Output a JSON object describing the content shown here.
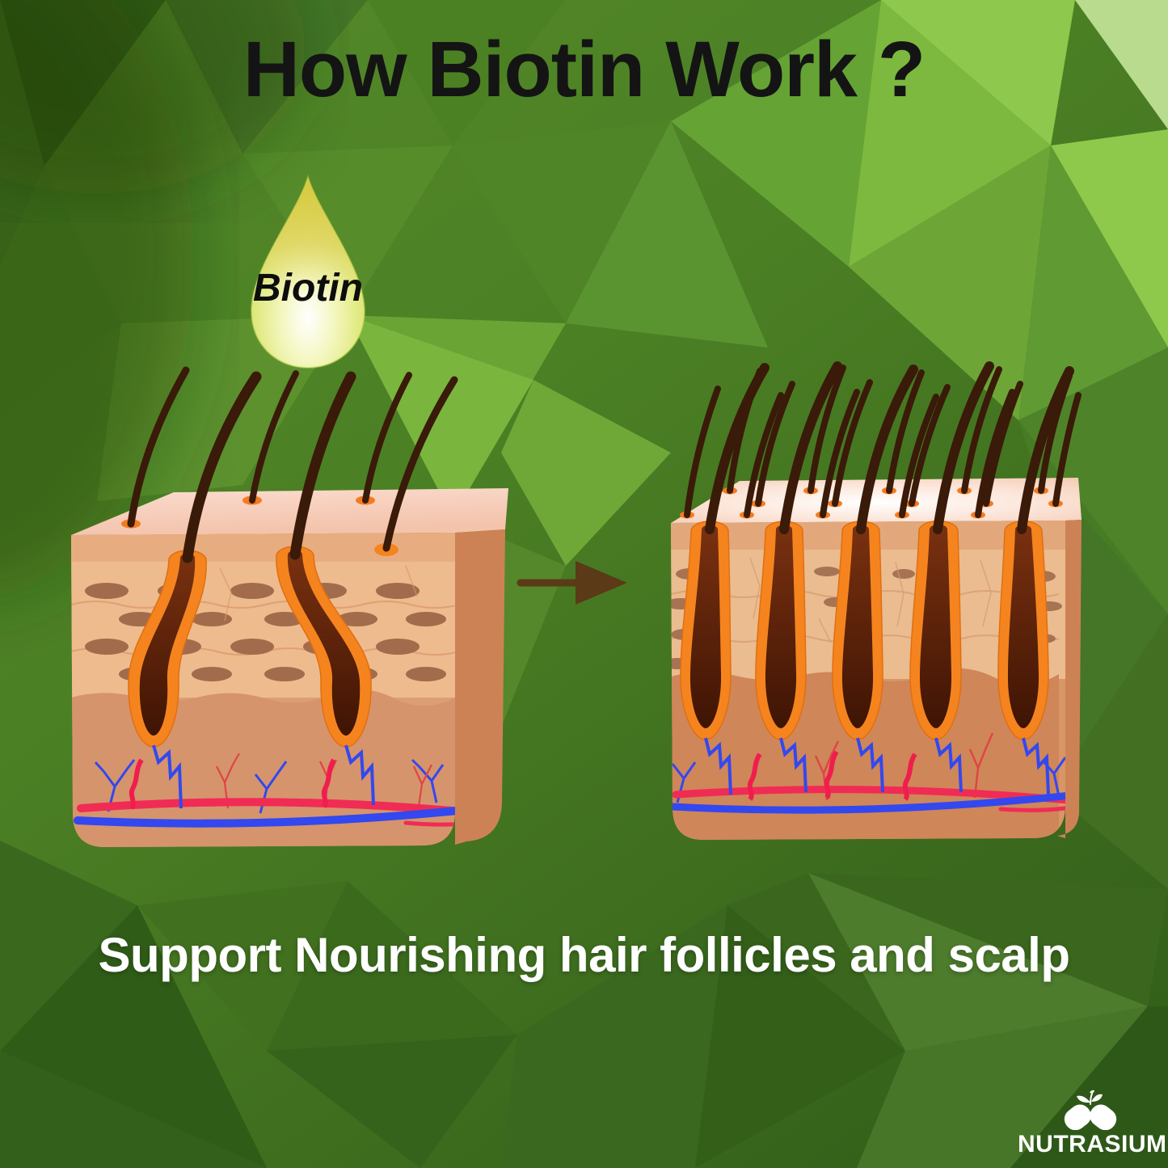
{
  "title": "How Biotin Work ?",
  "droplet": {
    "label": "Biotin"
  },
  "caption": "Support Nourishing hair follicles and scalp",
  "brand": {
    "name": "NUTRASIUM"
  },
  "illustrations": {
    "before": {
      "follicles": 2,
      "hairs": 6
    },
    "after": {
      "follicles": 5,
      "hairs": 20
    }
  },
  "colors": {
    "background_green": "#4b7f24",
    "title_text": "#141414",
    "caption_text": "#ffffff",
    "droplet_yellow": "#ddc93f",
    "skin_top": "#f8d4c2",
    "skin_front": "#eabb8e",
    "dermis": "#d6946c",
    "follicle_orange": "#f5841f",
    "hair_brown": "#3a1a08",
    "vessel_red": "#f02c55",
    "vessel_blue": "#3348ee",
    "arrow_brown": "#5b3a17",
    "logo_white": "#ffffff"
  }
}
